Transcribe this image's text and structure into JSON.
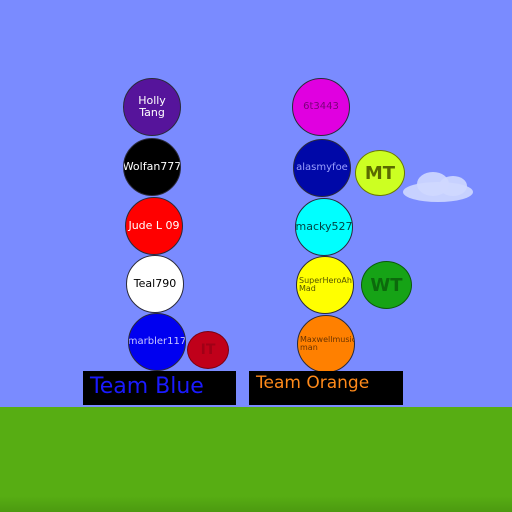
{
  "colors": {
    "sky": "#7a8bff",
    "ground": "#57ad13",
    "ground_shadow": "#4c9a10",
    "team_blue_text": "#1a1aff",
    "team_orange_text": "#ff8a1a"
  },
  "teams": {
    "blue": {
      "label": "Team Blue",
      "players": [
        {
          "name": "Holly Tang",
          "color": "#56149b",
          "text_color": "#ffffff"
        },
        {
          "name": "Wolfan777",
          "color": "#000000",
          "text_color": "#ffffff"
        },
        {
          "name": "Jude L 09",
          "color": "#ff0000",
          "text_color": "#ffffff"
        },
        {
          "name": "Teal790",
          "color": "#ffffff",
          "text_color": "#000000"
        },
        {
          "name": "marbler117",
          "color": "#0000f0",
          "text_color": "#c8c8ff"
        }
      ],
      "token": {
        "label": "IT",
        "color": "#c0001a",
        "text_color": "#a00016"
      }
    },
    "orange": {
      "label": "Team Orange",
      "players": [
        {
          "name": "6t3443",
          "color": "#e000e0",
          "text_color": "#7a007a"
        },
        {
          "name": "alasmyfoe",
          "color": "#0008a8",
          "text_color": "#9aa0ff"
        },
        {
          "name": "macky527",
          "color": "#00ffff",
          "text_color": "#004444"
        },
        {
          "name": "SuperHeroAh Mad",
          "color": "#ffff00",
          "text_color": "#555500"
        },
        {
          "name": "Maxwellmusic man",
          "color": "#ff8000",
          "text_color": "#6a3300"
        }
      ],
      "badges": [
        {
          "label": "MT",
          "color": "#ccff22",
          "text_color": "#5a6a00"
        },
        {
          "label": "WT",
          "color": "#16a316",
          "text_color": "#0c6a0c"
        }
      ]
    }
  }
}
